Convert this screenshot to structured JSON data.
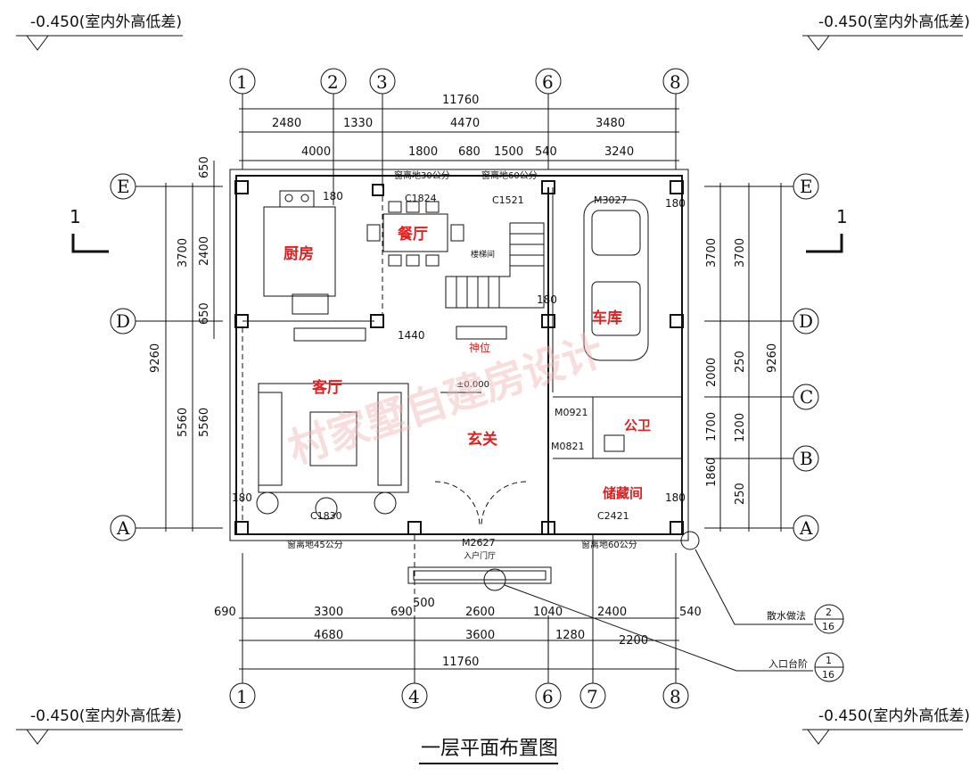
{
  "title": "一层平面布置图",
  "elevation": {
    "label": "-0.450(室内外高低差)",
    "floor": "±0.000"
  },
  "section_mark": "1",
  "watermark": "村家墅自建房设计",
  "grid": {
    "top": [
      "1",
      "2",
      "3",
      "6",
      "8"
    ],
    "bottom": [
      "1",
      "4",
      "6",
      "7",
      "8"
    ],
    "left": [
      "E",
      "D",
      "A"
    ],
    "right": [
      "E",
      "D",
      "C",
      "B",
      "A"
    ]
  },
  "dims": {
    "top_total": "11760",
    "top_row1": [
      "2480",
      "1330",
      "4470",
      "3480"
    ],
    "top_row2": [
      "4000",
      "1800",
      "680",
      "1500",
      "540",
      "3240"
    ],
    "bottom_row1": [
      "690",
      "3300",
      "690",
      "500",
      "2600",
      "1040",
      "2400",
      "540"
    ],
    "bottom_row2": [
      "4680",
      "3600",
      "1280",
      "2200"
    ],
    "bottom_total": "11760",
    "left_total": "9260",
    "left_row1": [
      "3700",
      "5560"
    ],
    "left_row2": [
      "650",
      "2400",
      "650",
      "5560"
    ],
    "right_row1": [
      "3700",
      "2000",
      "1700",
      "1860"
    ],
    "right_row2": [
      "3700",
      "250",
      "1200",
      "250"
    ],
    "right_total": "9260"
  },
  "rooms": {
    "kitchen": "厨房",
    "dining": "餐厅",
    "stair": "楼梯间",
    "garage": "车库",
    "shrine": "神位",
    "living": "客厅",
    "foyer": "玄关",
    "toilet": "公卫",
    "storage": "储藏间"
  },
  "labels": {
    "c1824": "C1824",
    "c1521": "C1521",
    "m3027": "M3027",
    "m0921": "M0921",
    "m0821": "M0821",
    "m2627": "M2627",
    "c2421b": "C2421",
    "c1830": "C1830",
    "win_30": "窗离地30公分",
    "win_60": "窗离地60公分",
    "win_45": "窗离地45公分",
    "win_60b": "窗离地60公分",
    "entry_hall": "入户门厅",
    "dim_1440": "1440",
    "n180a": "180",
    "n180b": "180",
    "n180c": "180",
    "n180d": "180",
    "n180e": "180"
  },
  "callouts": [
    {
      "label": "散水做法",
      "num": "2",
      "sheet": "16"
    },
    {
      "label": "入口台阶",
      "num": "1",
      "sheet": "16"
    }
  ]
}
